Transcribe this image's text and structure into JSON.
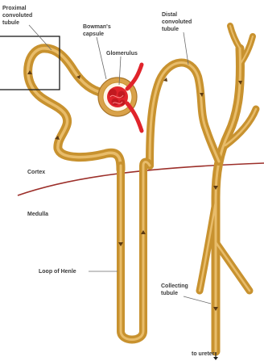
{
  "labels": {
    "proximal": [
      "Proximal",
      "convoluted",
      "tubule"
    ],
    "bowmans": [
      "Bowman's",
      "capsule"
    ],
    "glomerulus": "Glomerulus",
    "distal": [
      "Distal",
      "convoluted",
      "tubule"
    ],
    "cortex": "Cortex",
    "medulla": "Medulla",
    "loop": "Loop of Henle",
    "collecting": [
      "Collecting",
      "tubule"
    ],
    "ureter": "to ureter"
  },
  "colors": {
    "tubule": "#d9a24a",
    "capillary": "#e0242b",
    "boundary": "#9c2f2a",
    "highlight_box": "#1a1a1a"
  }
}
